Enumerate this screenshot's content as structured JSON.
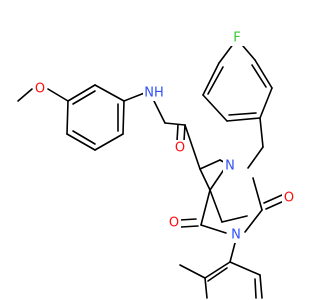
{
  "diagram": {
    "type": "chemical-structure",
    "atom_colors": {
      "O": "#ff0d0d",
      "N": "#3050f8",
      "F": "#33cc33",
      "C": "#000000"
    },
    "labels": {
      "fluorine": "F",
      "amide_nh": "NH",
      "methoxy_o": "O",
      "amide_o": "O",
      "ring_n3": "N",
      "ring_n1": "N",
      "ring_o5": "O",
      "ring_o2": "O"
    }
  }
}
